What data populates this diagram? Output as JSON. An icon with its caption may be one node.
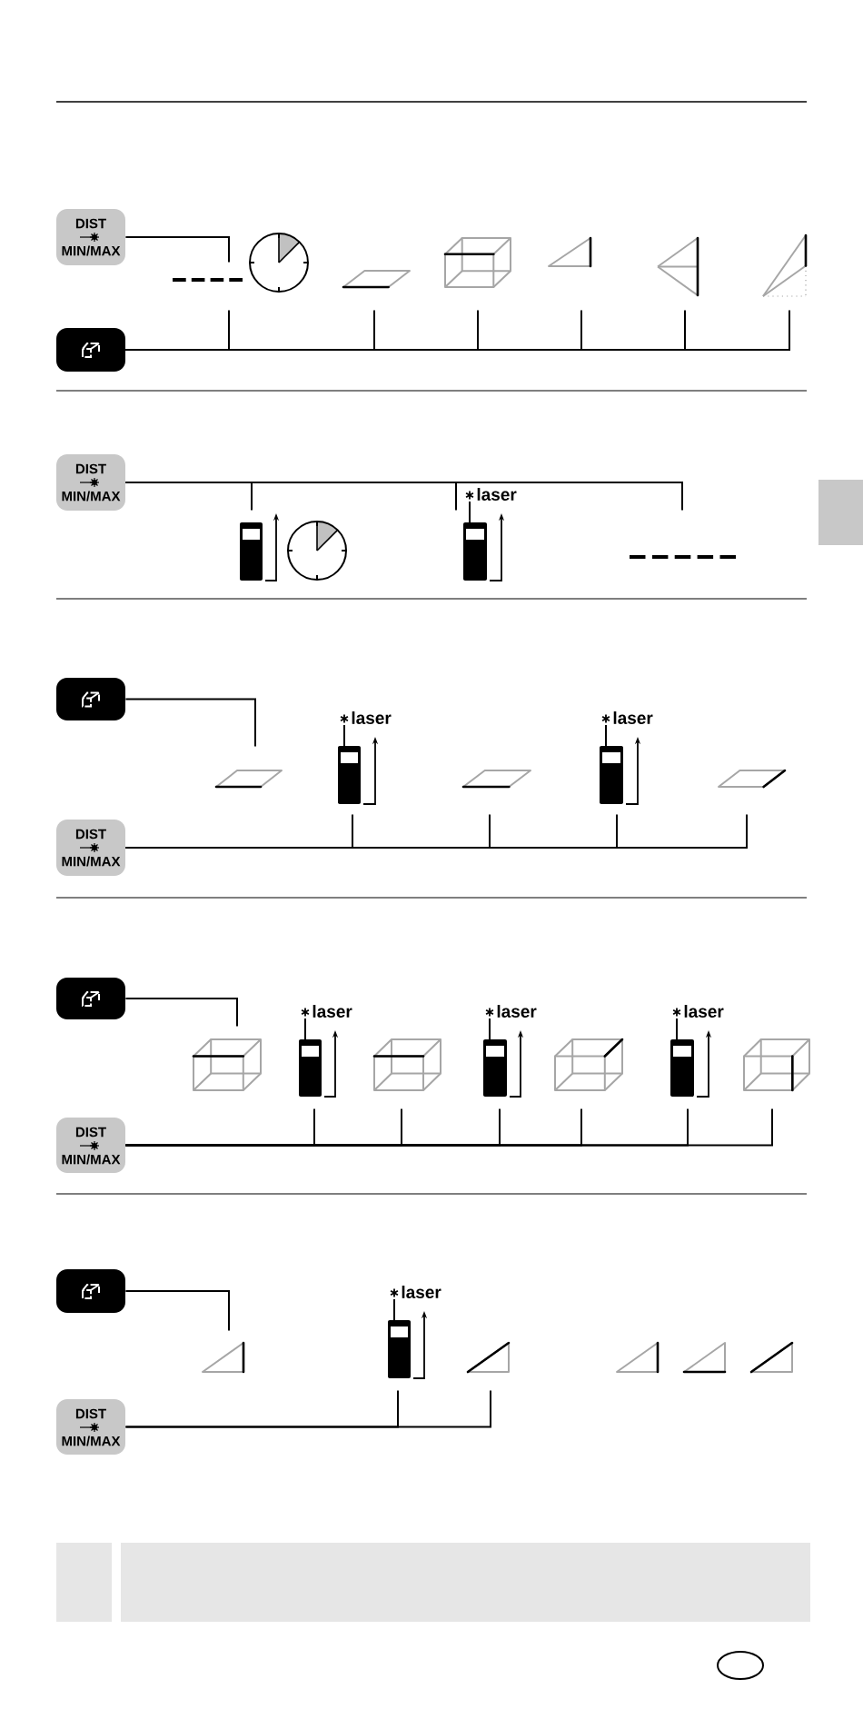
{
  "diagram": {
    "nodes": [
      {
        "text": [
          "DIST",
          "MIN/MAX"
        ]
      },
      {
        "text": [],
        "shape": "box"
      },
      {
        "text": [],
        "shape": "line"
      },
      {
        "text": [],
        "shape": "clock"
      },
      {
        "text": [],
        "shape": "parallelogram"
      },
      {
        "text": [],
        "shape": "cube"
      },
      {
        "text": [],
        "shape": "triangle"
      },
      {
        "text": [],
        "shape": "triangle"
      },
      {
        "text": [],
        "shape": "triangle"
      },
      {
        "text": [
          "DIST",
          "MIN/MAX"
        ]
      },
      {
        "text": [],
        "shape": "device"
      },
      {
        "text": [],
        "shape": "clock"
      },
      {
        "text": [],
        "shape": "device",
        "beside": [
          "laser"
        ]
      },
      {
        "text": [],
        "shape": "line"
      },
      {
        "text": [],
        "shape": "box"
      },
      {
        "text": [],
        "shape": "parallelogram"
      },
      {
        "text": [],
        "shape": "device",
        "beside": [
          "laser"
        ]
      },
      {
        "text": [],
        "shape": "parallelogram"
      },
      {
        "text": [],
        "shape": "device",
        "beside": [
          "laser"
        ]
      },
      {
        "text": [],
        "shape": "parallelogram"
      },
      {
        "text": [
          "DIST",
          "MIN/MAX"
        ]
      },
      {
        "text": [],
        "shape": "box"
      },
      {
        "text": [],
        "shape": "cube"
      },
      {
        "text": [],
        "shape": "device",
        "beside": [
          "laser"
        ]
      },
      {
        "text": [],
        "shape": "cube"
      },
      {
        "text": [],
        "shape": "device",
        "beside": [
          "laser"
        ]
      },
      {
        "text": [],
        "shape": "cube"
      },
      {
        "text": [],
        "shape": "device",
        "beside": [
          "laser"
        ]
      },
      {
        "text": [],
        "shape": "cube"
      },
      {
        "text": [
          "DIST",
          "MIN/MAX"
        ]
      },
      {
        "text": [],
        "shape": "box"
      },
      {
        "text": [],
        "shape": "triangle"
      },
      {
        "text": [],
        "shape": "device",
        "beside": [
          "laser"
        ]
      },
      {
        "text": [],
        "shape": "triangle"
      },
      {
        "text": [],
        "shape": "triangle"
      },
      {
        "text": [],
        "shape": "triangle"
      },
      {
        "text": [],
        "shape": "triangle"
      },
      {
        "text": [
          "DIST",
          "MIN/MAX"
        ]
      }
    ],
    "edges": [
      {
        "from": 0,
        "to": 2,
        "arrow": "none"
      },
      {
        "from": 1,
        "to": 2,
        "arrow": "none"
      },
      {
        "from": 1,
        "to": 4,
        "arrow": "none"
      },
      {
        "from": 1,
        "to": 5,
        "arrow": "none"
      },
      {
        "from": 1,
        "to": 6,
        "arrow": "none"
      },
      {
        "from": 1,
        "to": 7,
        "arrow": "none"
      },
      {
        "from": 1,
        "to": 8,
        "arrow": "none"
      },
      {
        "from": 9,
        "to": 10,
        "arrow": "none"
      },
      {
        "from": 9,
        "to": 12,
        "arrow": "none"
      },
      {
        "from": 9,
        "to": 13,
        "arrow": "none"
      },
      {
        "from": 14,
        "to": 15,
        "arrow": "none"
      },
      {
        "from": 20,
        "to": 16,
        "arrow": "none"
      },
      {
        "from": 20,
        "to": 17,
        "arrow": "none"
      },
      {
        "from": 20,
        "to": 18,
        "arrow": "none"
      },
      {
        "from": 20,
        "to": 19,
        "arrow": "none"
      },
      {
        "from": 21,
        "to": 22,
        "arrow": "none"
      },
      {
        "from": 29,
        "to": 23,
        "arrow": "none"
      },
      {
        "from": 29,
        "to": 24,
        "arrow": "none"
      },
      {
        "from": 29,
        "to": 25,
        "arrow": "none"
      },
      {
        "from": 29,
        "to": 26,
        "arrow": "none"
      },
      {
        "from": 29,
        "to": 27,
        "arrow": "none"
      },
      {
        "from": 29,
        "to": 28,
        "arrow": "none"
      },
      {
        "from": 30,
        "to": 31,
        "arrow": "none"
      },
      {
        "from": 37,
        "to": 32,
        "arrow": "none"
      },
      {
        "from": 37,
        "to": 33,
        "arrow": "none"
      }
    ]
  }
}
